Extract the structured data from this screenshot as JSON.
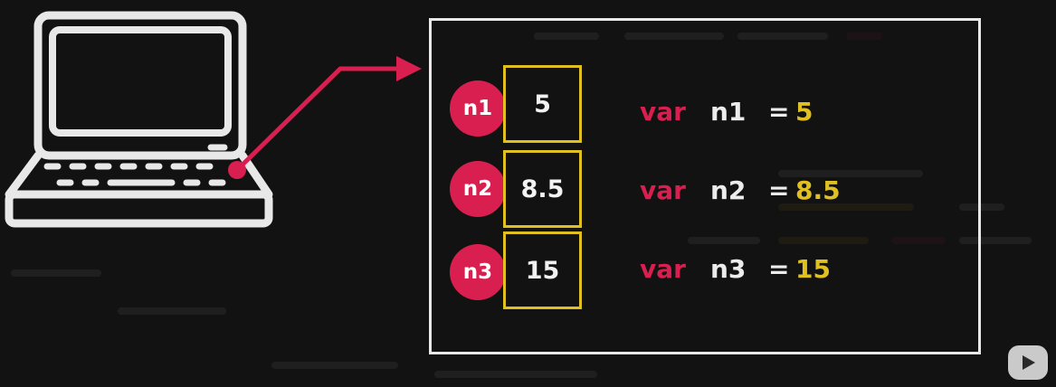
{
  "colors": {
    "background": "#121212",
    "accent": "#d81f4f",
    "keyword": "#d81f4f",
    "value": "#e0c021",
    "cell_border": "#e0c021",
    "line": "#e8e8e8"
  },
  "icons": {
    "computer": "laptop-icon",
    "pointer": "arrow-icon",
    "watermark": "play-logo-icon"
  },
  "variables": [
    {
      "badge": "n1",
      "cell_value": "5",
      "keyword": "var",
      "name": "n1",
      "equals": "=",
      "value": "5"
    },
    {
      "badge": "n2",
      "cell_value": "8.5",
      "keyword": "var",
      "name": "n2",
      "equals": "=",
      "value": "8.5"
    },
    {
      "badge": "n3",
      "cell_value": "15",
      "keyword": "var",
      "name": "n3",
      "equals": "=",
      "value": "15"
    }
  ]
}
